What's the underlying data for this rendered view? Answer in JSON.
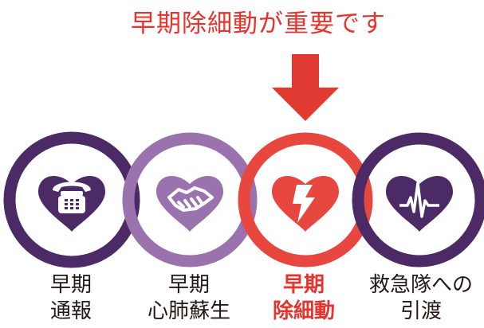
{
  "headline": {
    "text": "早期除細動が重要です",
    "color": "#e7332d"
  },
  "arrow_color": "#e03a32",
  "steps": [
    {
      "line1": "早期",
      "line2": "通報",
      "icon": "telephone-icon",
      "ring_color": "#4b2a66",
      "label_color": "#231815",
      "emphasized": false
    },
    {
      "line1": "早期",
      "line2": "心肺蘇生",
      "icon": "handshake-icon",
      "ring_color": "#9a72ae",
      "label_color": "#231815",
      "emphasized": false
    },
    {
      "line1": "早期",
      "line2": "除細動",
      "icon": "lightning-icon",
      "ring_color": "#e8473f",
      "label_color": "#e7332d",
      "emphasized": true
    },
    {
      "line1": "救急隊への",
      "line2": "引渡",
      "icon": "heartbeat-icon",
      "ring_color": "#4b2a66",
      "label_color": "#231815",
      "emphasized": false
    }
  ]
}
